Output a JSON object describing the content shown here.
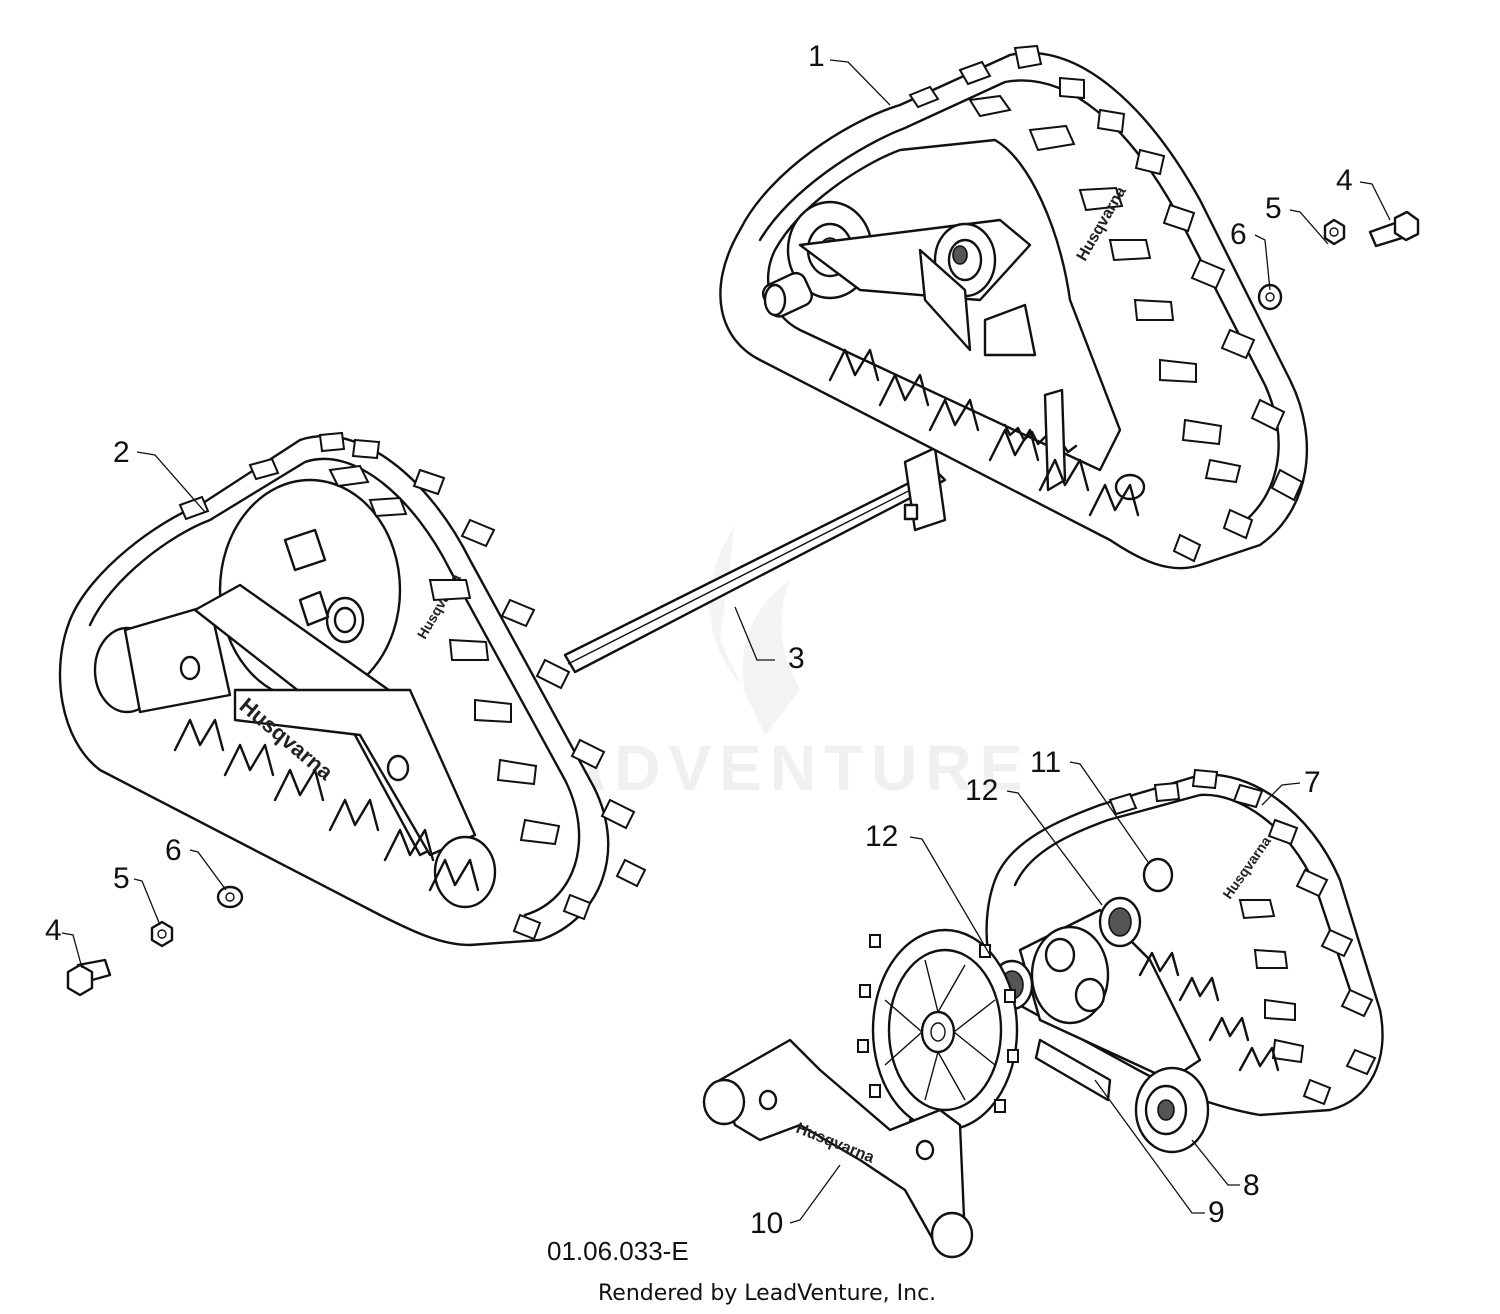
{
  "diagram": {
    "callouts": [
      {
        "id": "1",
        "text": "1"
      },
      {
        "id": "2",
        "text": "2"
      },
      {
        "id": "3",
        "text": "3"
      },
      {
        "id": "4a",
        "text": "4"
      },
      {
        "id": "5a",
        "text": "5"
      },
      {
        "id": "6a",
        "text": "6"
      },
      {
        "id": "4b",
        "text": "4"
      },
      {
        "id": "5b",
        "text": "5"
      },
      {
        "id": "6b",
        "text": "6"
      },
      {
        "id": "7",
        "text": "7"
      },
      {
        "id": "8",
        "text": "8"
      },
      {
        "id": "9",
        "text": "9"
      },
      {
        "id": "10",
        "text": "10"
      },
      {
        "id": "11",
        "text": "11"
      },
      {
        "id": "12a",
        "text": "12"
      },
      {
        "id": "12b",
        "text": "12"
      }
    ],
    "drawing_code": "01.06.033-E",
    "credit": "Rendered by LeadVenture, Inc.",
    "brand_text": "Husqvarna",
    "watermark": "ADVENTURE"
  }
}
